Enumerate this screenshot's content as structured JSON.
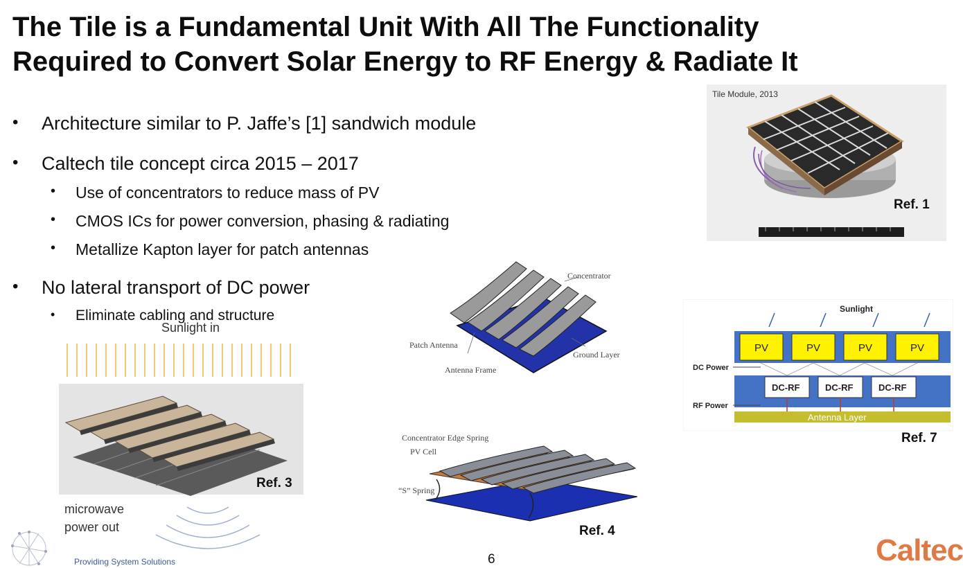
{
  "title": {
    "line1": "The Tile is a Fundamental Unit With All The Functionality",
    "line2": "Required to Convert Solar Energy to RF Energy & Radiate It"
  },
  "bullets": {
    "b1": "Architecture similar to P. Jaffe’s [1] sandwich module",
    "b2": "Caltech tile concept circa 2015 – 2017",
    "b2_1": "Use of concentrators to reduce mass of PV",
    "b2_2": "CMOS ICs for power conversion, phasing & radiating",
    "b2_3": "Metallize Kapton layer for patch antennas",
    "b3": "No lateral transport of DC power",
    "b3_1": "Eliminate cabling and structure",
    "dot": "•"
  },
  "fig1": {
    "caption": "Tile Module, 2013",
    "ref": "Ref. 1"
  },
  "fig3": {
    "sunlight": "Sunlight in",
    "mw_line1": "microwave",
    "mw_line2": "power out",
    "ref": "Ref. 3"
  },
  "fig_top": {
    "concentrator": "Concentrator",
    "patch_antenna": "Patch Antenna",
    "ground_layer": "Ground Layer",
    "antenna_frame": "Antenna Frame"
  },
  "fig4": {
    "edge_spring": "Concentrator Edge Spring",
    "pv_cell": "PV Cell",
    "s_spring": "“S” Spring",
    "ref": "Ref. 4"
  },
  "fig7": {
    "sunlight": "Sunlight",
    "pv": "PV",
    "dc_power": "DC Power",
    "dcrf": "DC-RF",
    "rf_power": "RF Power",
    "antenna_layer": "Antenna Layer",
    "ref": "Ref. 7"
  },
  "footer": {
    "page_number": "6",
    "logo": "Caltec",
    "tagline": "Providing System Solutions"
  },
  "colors": {
    "pv_yellow": "#fff200",
    "dc_blue": "#4472c4",
    "antenna_olive": "#c4bd2e",
    "caltech_orange": "#e07a45"
  }
}
